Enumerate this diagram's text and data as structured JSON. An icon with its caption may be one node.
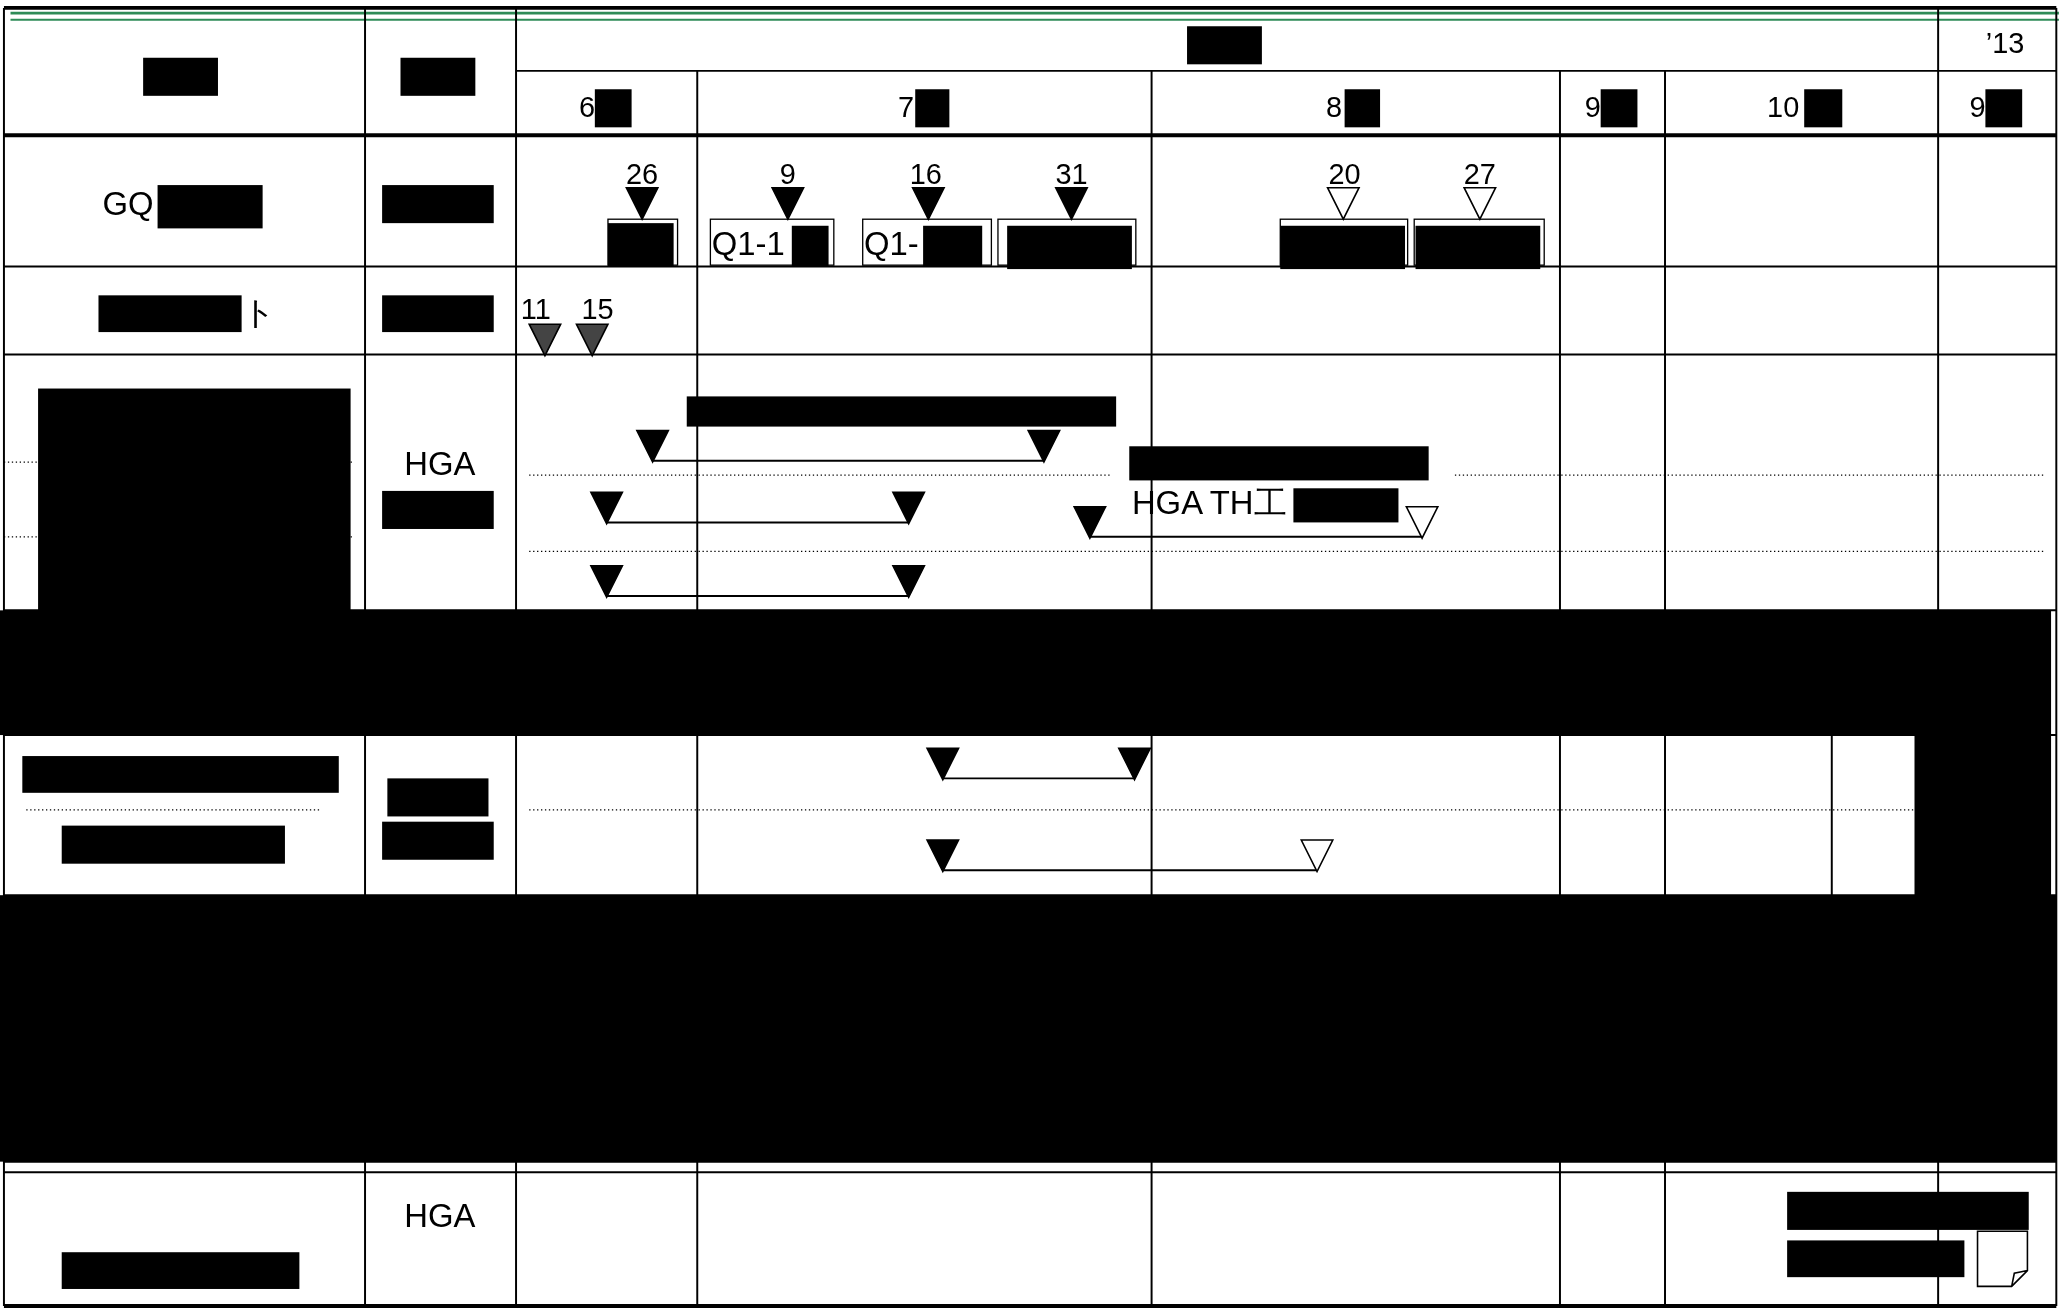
{
  "diagram": {
    "labels": [
      "’13",
      "6",
      "7",
      "8",
      "9",
      "10",
      "9",
      "GQ",
      "26",
      "9",
      "16",
      "31",
      "20",
      "27",
      "Q1-1",
      "Q1-",
      "ト",
      "11",
      "15",
      "HGA",
      "HGA TH工",
      "HGA"
    ]
  }
}
